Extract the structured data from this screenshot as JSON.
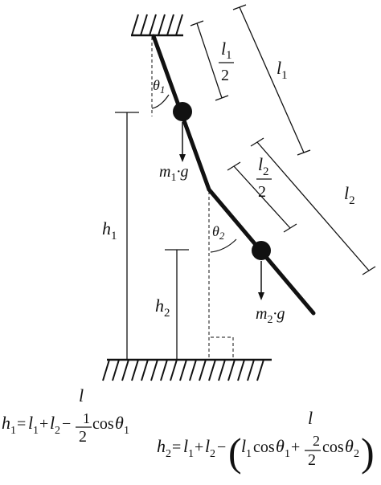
{
  "diagram": {
    "labels": {
      "theta1": "θ",
      "theta1_sub": "1",
      "theta2": "θ",
      "theta2_sub": "2",
      "l1": "l",
      "l1_sub": "1",
      "l2": "l",
      "l2_sub": "2",
      "half_l1_num": "l",
      "half_l1_num_sub": "1",
      "half_l1_den": "2",
      "half_l2_num": "l",
      "half_l2_num_sub": "2",
      "half_l2_den": "2",
      "h1": "h",
      "h1_sub": "1",
      "h2": "h",
      "h2_sub": "2",
      "m1": "m",
      "m1_sub": "1",
      "m1_g": "·g",
      "m2": "m",
      "m2_sub": "2",
      "m2_g": "·g"
    },
    "equation1": {
      "lhs": "h",
      "lhs_sub": "1",
      "eq": "=",
      "t1": "l",
      "t1_sub": "1",
      "plus": "+",
      "t2": "l",
      "t2_sub": "2",
      "minus": "−",
      "frac_num": "l",
      "frac_num_sub": "1",
      "frac_den": "2",
      "cos": "cos",
      "theta": "θ",
      "theta_sub": "1"
    },
    "equation2": {
      "lhs": "h",
      "lhs_sub": "2",
      "eq": "=",
      "t1": "l",
      "t1_sub": "1",
      "plus": "+",
      "t2": "l",
      "t2_sub": "2",
      "minus": "−",
      "paren_open": "(",
      "a": "l",
      "a_sub": "1",
      "cos1": "cos",
      "theta1": "θ",
      "theta1_sub": "1",
      "plus2": "+",
      "frac_num": "l",
      "frac_num_sub": "2",
      "frac_den": "2",
      "cos2": "cos",
      "theta2": "θ",
      "theta2_sub": "2",
      "paren_close": ")"
    }
  }
}
